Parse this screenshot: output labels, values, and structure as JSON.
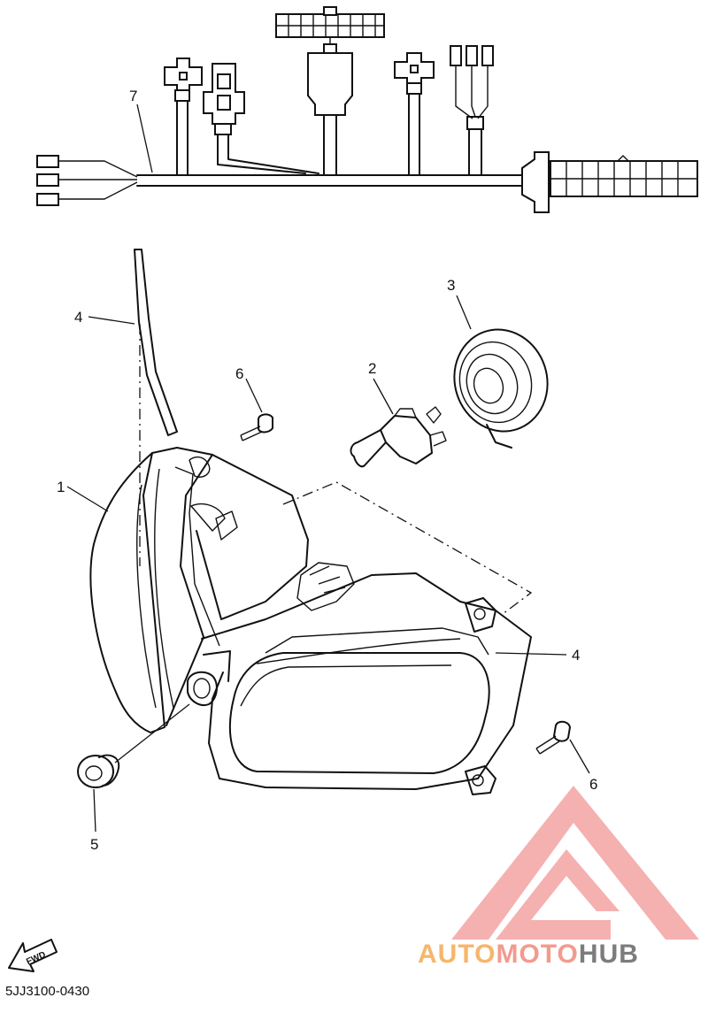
{
  "diagram": {
    "callouts": [
      {
        "id": "c7",
        "text": "7"
      },
      {
        "id": "c4a",
        "text": "4"
      },
      {
        "id": "c3",
        "text": "3"
      },
      {
        "id": "c6a",
        "text": "6"
      },
      {
        "id": "c2",
        "text": "2"
      },
      {
        "id": "c1",
        "text": "1"
      },
      {
        "id": "c4b",
        "text": "4"
      },
      {
        "id": "c6b",
        "text": "6"
      },
      {
        "id": "c5",
        "text": "5"
      }
    ],
    "fwd_label": "FWD",
    "part_code": "5JJ3100-0430"
  },
  "watermark": {
    "parts": [
      "AUTO",
      "MOTO",
      "HUB"
    ],
    "colors": {
      "auto": "#f6b66b",
      "moto": "#f39a8e",
      "hub": "#7c7c7c",
      "logo": "#f3a2a2"
    }
  }
}
